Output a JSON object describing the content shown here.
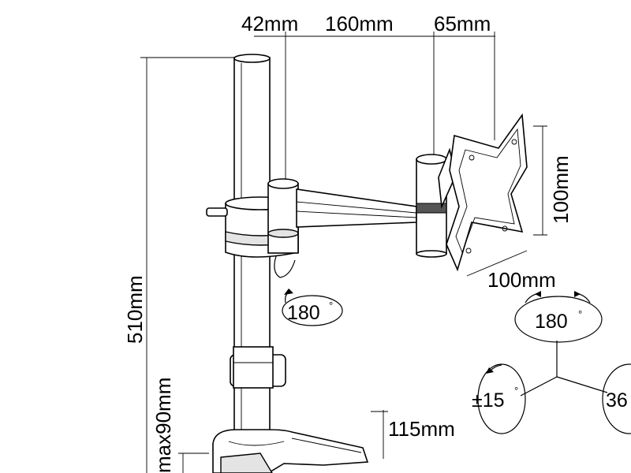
{
  "dimensions": {
    "top_left": "42mm",
    "top_middle": "160mm",
    "top_right": "65mm",
    "height": "510mm",
    "plate_height": "100mm",
    "plate_width": "100mm",
    "clamp_thickness": "max90mm",
    "base_depth": "115mm"
  },
  "rotations": {
    "arm": {
      "value": "180",
      "unit": "°"
    },
    "swivel": {
      "value": "180",
      "unit": "°"
    },
    "tilt": {
      "value": "±15",
      "unit": "°"
    },
    "rotate": {
      "value": "36",
      "unit": ""
    }
  }
}
